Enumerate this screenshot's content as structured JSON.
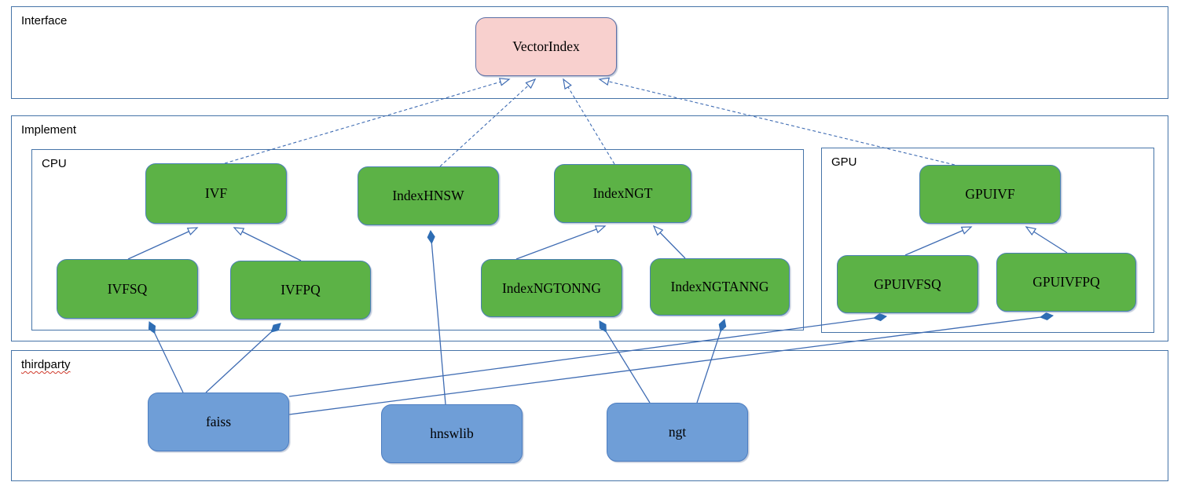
{
  "sections": {
    "interface": {
      "label": "Interface"
    },
    "implement": {
      "label": "Implement"
    },
    "cpu": {
      "label": "CPU"
    },
    "gpu": {
      "label": "GPU"
    },
    "thirdparty": {
      "label": "thirdparty"
    }
  },
  "nodes": {
    "vectorindex": {
      "label": "VectorIndex",
      "group": "interface"
    },
    "ivf": {
      "label": "IVF",
      "group": "cpu"
    },
    "indexhnsw": {
      "label": "IndexHNSW",
      "group": "cpu"
    },
    "indexngt": {
      "label": "IndexNGT",
      "group": "cpu"
    },
    "ivfsq": {
      "label": "IVFSQ",
      "group": "cpu"
    },
    "ivfpq": {
      "label": "IVFPQ",
      "group": "cpu"
    },
    "indexngtonng": {
      "label": "IndexNGTONNG",
      "group": "cpu"
    },
    "indexngtanng": {
      "label": "IndexNGTANNG",
      "group": "cpu"
    },
    "gpuivf": {
      "label": "GPUIVF",
      "group": "gpu"
    },
    "gpuivfsq": {
      "label": "GPUIVFSQ",
      "group": "gpu"
    },
    "gpuivfpq": {
      "label": "GPUIVFPQ",
      "group": "gpu"
    },
    "faiss": {
      "label": "faiss",
      "group": "thirdparty"
    },
    "hnswlib": {
      "label": "hnswlib",
      "group": "thirdparty"
    },
    "ngt": {
      "label": "ngt",
      "group": "thirdparty"
    }
  },
  "edges": [
    {
      "from": "IVF",
      "to": "VectorIndex",
      "type": "realization-dashed"
    },
    {
      "from": "IndexHNSW",
      "to": "VectorIndex",
      "type": "realization-dashed"
    },
    {
      "from": "IndexNGT",
      "to": "VectorIndex",
      "type": "realization-dashed"
    },
    {
      "from": "GPUIVF",
      "to": "VectorIndex",
      "type": "realization-dashed"
    },
    {
      "from": "IVFSQ",
      "to": "IVF",
      "type": "generalization"
    },
    {
      "from": "IVFPQ",
      "to": "IVF",
      "type": "generalization"
    },
    {
      "from": "IndexNGTONNG",
      "to": "IndexNGT",
      "type": "generalization"
    },
    {
      "from": "IndexNGTANNG",
      "to": "IndexNGT",
      "type": "generalization"
    },
    {
      "from": "GPUIVFSQ",
      "to": "GPUIVF",
      "type": "generalization"
    },
    {
      "from": "GPUIVFPQ",
      "to": "GPUIVF",
      "type": "generalization"
    },
    {
      "from": "faiss",
      "to": "IVFSQ",
      "type": "composition"
    },
    {
      "from": "faiss",
      "to": "IVFPQ",
      "type": "composition"
    },
    {
      "from": "faiss",
      "to": "GPUIVFSQ",
      "type": "composition"
    },
    {
      "from": "faiss",
      "to": "GPUIVFPQ",
      "type": "composition"
    },
    {
      "from": "hnswlib",
      "to": "IndexHNSW",
      "type": "composition"
    },
    {
      "from": "ngt",
      "to": "IndexNGTONNG",
      "type": "composition"
    },
    {
      "from": "ngt",
      "to": "IndexNGTANNG",
      "type": "composition"
    }
  ],
  "colors": {
    "interface_node_fill": "#f8d0ce",
    "implement_node_fill": "#5cb246",
    "thirdparty_node_fill": "#6f9ed7",
    "frame_border": "#4674a8",
    "edge_line": "#3f6cb3",
    "diamond_fill": "#2e6db4"
  }
}
